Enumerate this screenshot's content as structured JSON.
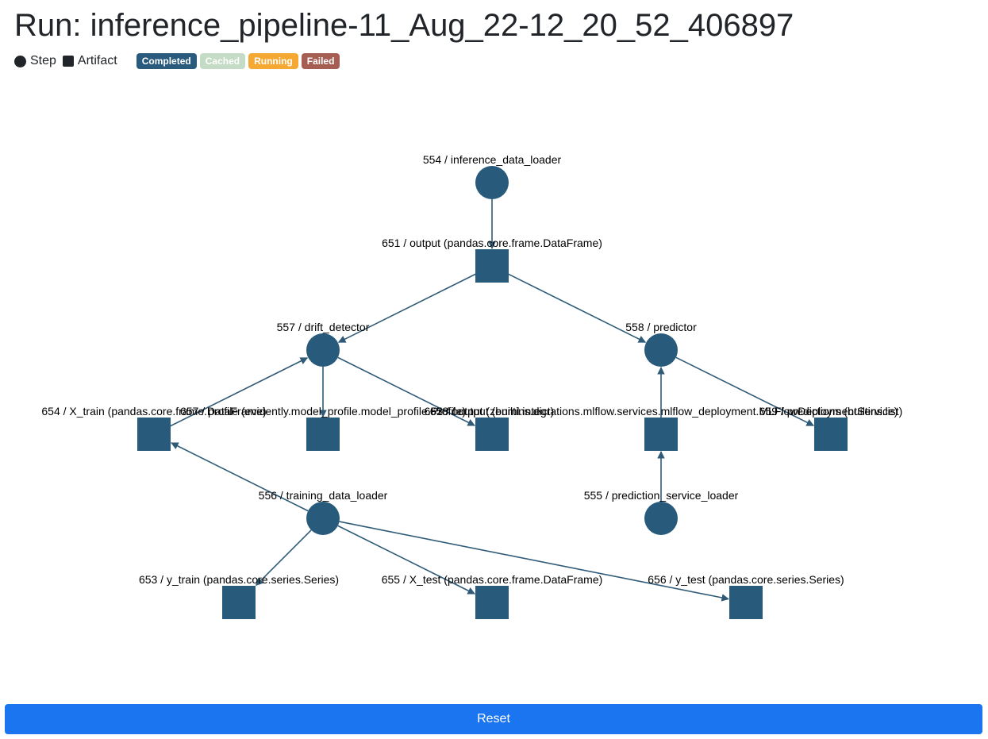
{
  "title": "Run: inference_pipeline-11_Aug_22-12_20_52_406897",
  "legend": {
    "step_label": "Step",
    "artifact_label": "Artifact",
    "statuses": [
      {
        "label": "Completed",
        "color": "#2a5a7c"
      },
      {
        "label": "Cached",
        "color": "#c4dbc5"
      },
      {
        "label": "Running",
        "color": "#f5a832"
      },
      {
        "label": "Failed",
        "color": "#a65e53"
      }
    ]
  },
  "graph": {
    "node_color": "#275a7b",
    "edge_color": "#2f5b78",
    "nodes": [
      {
        "id": "554",
        "kind": "step",
        "label": "554 / inference_data_loader"
      },
      {
        "id": "651",
        "kind": "artifact",
        "label": "651 / output (pandas.core.frame.DataFrame)"
      },
      {
        "id": "557",
        "kind": "step",
        "label": "557 / drift_detector"
      },
      {
        "id": "558",
        "kind": "step",
        "label": "558 / predictor"
      },
      {
        "id": "654",
        "kind": "artifact",
        "label": "654 / X_train (pandas.core.frame.DataFrame)"
      },
      {
        "id": "657",
        "kind": "artifact",
        "label": "657 / profile (evidently.model_profile.model_profile.Profile)"
      },
      {
        "id": "658",
        "kind": "artifact",
        "label": "658 / output (builtins.dict)"
      },
      {
        "id": "652",
        "kind": "artifact",
        "label": "652 / output (zenml.integrations.mlflow.services.mlflow_deployment.MLFlowDeploymentService)"
      },
      {
        "id": "659",
        "kind": "artifact",
        "label": "659 / predictions (builtins.list)"
      },
      {
        "id": "556",
        "kind": "step",
        "label": "556 / training_data_loader"
      },
      {
        "id": "555",
        "kind": "step",
        "label": "555 / prediction_service_loader"
      },
      {
        "id": "653",
        "kind": "artifact",
        "label": "653 / y_train (pandas.core.series.Series)"
      },
      {
        "id": "655",
        "kind": "artifact",
        "label": "655 / X_test (pandas.core.frame.DataFrame)"
      },
      {
        "id": "656",
        "kind": "artifact",
        "label": "656 / y_test (pandas.core.series.Series)"
      }
    ],
    "edges": [
      {
        "from": "554",
        "to": "651"
      },
      {
        "from": "651",
        "to": "557"
      },
      {
        "from": "651",
        "to": "558"
      },
      {
        "from": "654",
        "to": "557"
      },
      {
        "from": "557",
        "to": "657"
      },
      {
        "from": "557",
        "to": "658"
      },
      {
        "from": "558",
        "to": "659"
      },
      {
        "from": "652",
        "to": "558"
      },
      {
        "from": "556",
        "to": "654"
      },
      {
        "from": "556",
        "to": "653"
      },
      {
        "from": "556",
        "to": "655"
      },
      {
        "from": "556",
        "to": "656"
      },
      {
        "from": "555",
        "to": "652"
      }
    ]
  },
  "reset_label": "Reset",
  "reset_color": "#1b74f0"
}
